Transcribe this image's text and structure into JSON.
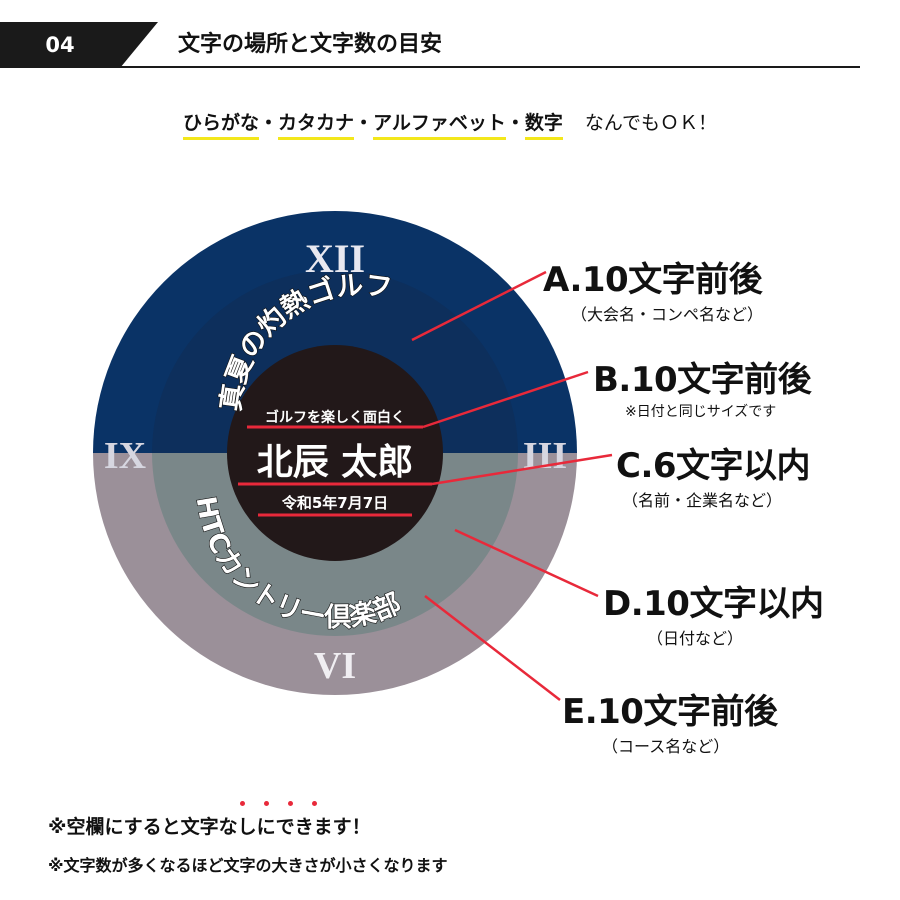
{
  "header": {
    "number": "04",
    "title": "文字の場所と文字数の目安"
  },
  "types": {
    "items": [
      "ひらがな",
      "カタカナ",
      "アルファベット",
      "数字"
    ],
    "separator": "・",
    "ok_text": "なんでもＯＫ！"
  },
  "dial": {
    "numerals": {
      "top": "XII",
      "left": "IX",
      "right": "III",
      "bottom": "VI"
    },
    "colors": {
      "navy": "#0a3366",
      "gray_outer": "#9b9099",
      "gray_inner": "#7a8789",
      "center": "#221819",
      "leader": "#e8293a",
      "highlight": "#f3e71b"
    }
  },
  "sample": {
    "arc_top": "真夏の灼熱ゴルフ",
    "line_small": "ゴルフを楽しく面白く",
    "name": "北辰 太郎",
    "date": "令和5年7月7日",
    "arc_bottom": "HTCカントリー倶楽部"
  },
  "labels": [
    {
      "id": "A",
      "title": "A.10文字前後",
      "sub": "（大会名・コンペ名など）"
    },
    {
      "id": "B",
      "title": "B.10文字前後",
      "sub": "※日付と同じサイズです"
    },
    {
      "id": "C",
      "title": "C.6文字以内",
      "sub": "（名前・企業名など）"
    },
    {
      "id": "D",
      "title": "D.10文字以内",
      "sub": "（日付など）"
    },
    {
      "id": "E",
      "title": "E.10文字前後",
      "sub": "（コース名など）"
    }
  ],
  "notes": {
    "note1": "※空欄にすると文字なしにできます！",
    "note2": "※文字数が多くなるほど文字の大きさが小さくなります"
  }
}
